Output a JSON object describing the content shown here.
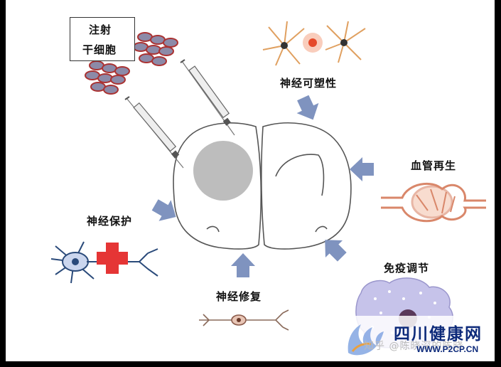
{
  "labels": {
    "inject_line1": "注射",
    "inject_line2": "干细胞",
    "plasticity": "神经可塑性",
    "angiogenesis": "血管再生",
    "protection": "神经保护",
    "repair": "神经修复",
    "immune": "免疫调节"
  },
  "watermark": {
    "title": "四川健康网",
    "url": "WWW.P2CP.CN",
    "zhihu": "知乎 @陈晓深的陈晓"
  },
  "colors": {
    "arrow": "#7f93bf",
    "lesion": "#bdbdbd",
    "cross": "#e53535",
    "vessel": "#e89a7a",
    "immune_cell": "#c6c3ea",
    "brand": "#0d2a7a"
  }
}
